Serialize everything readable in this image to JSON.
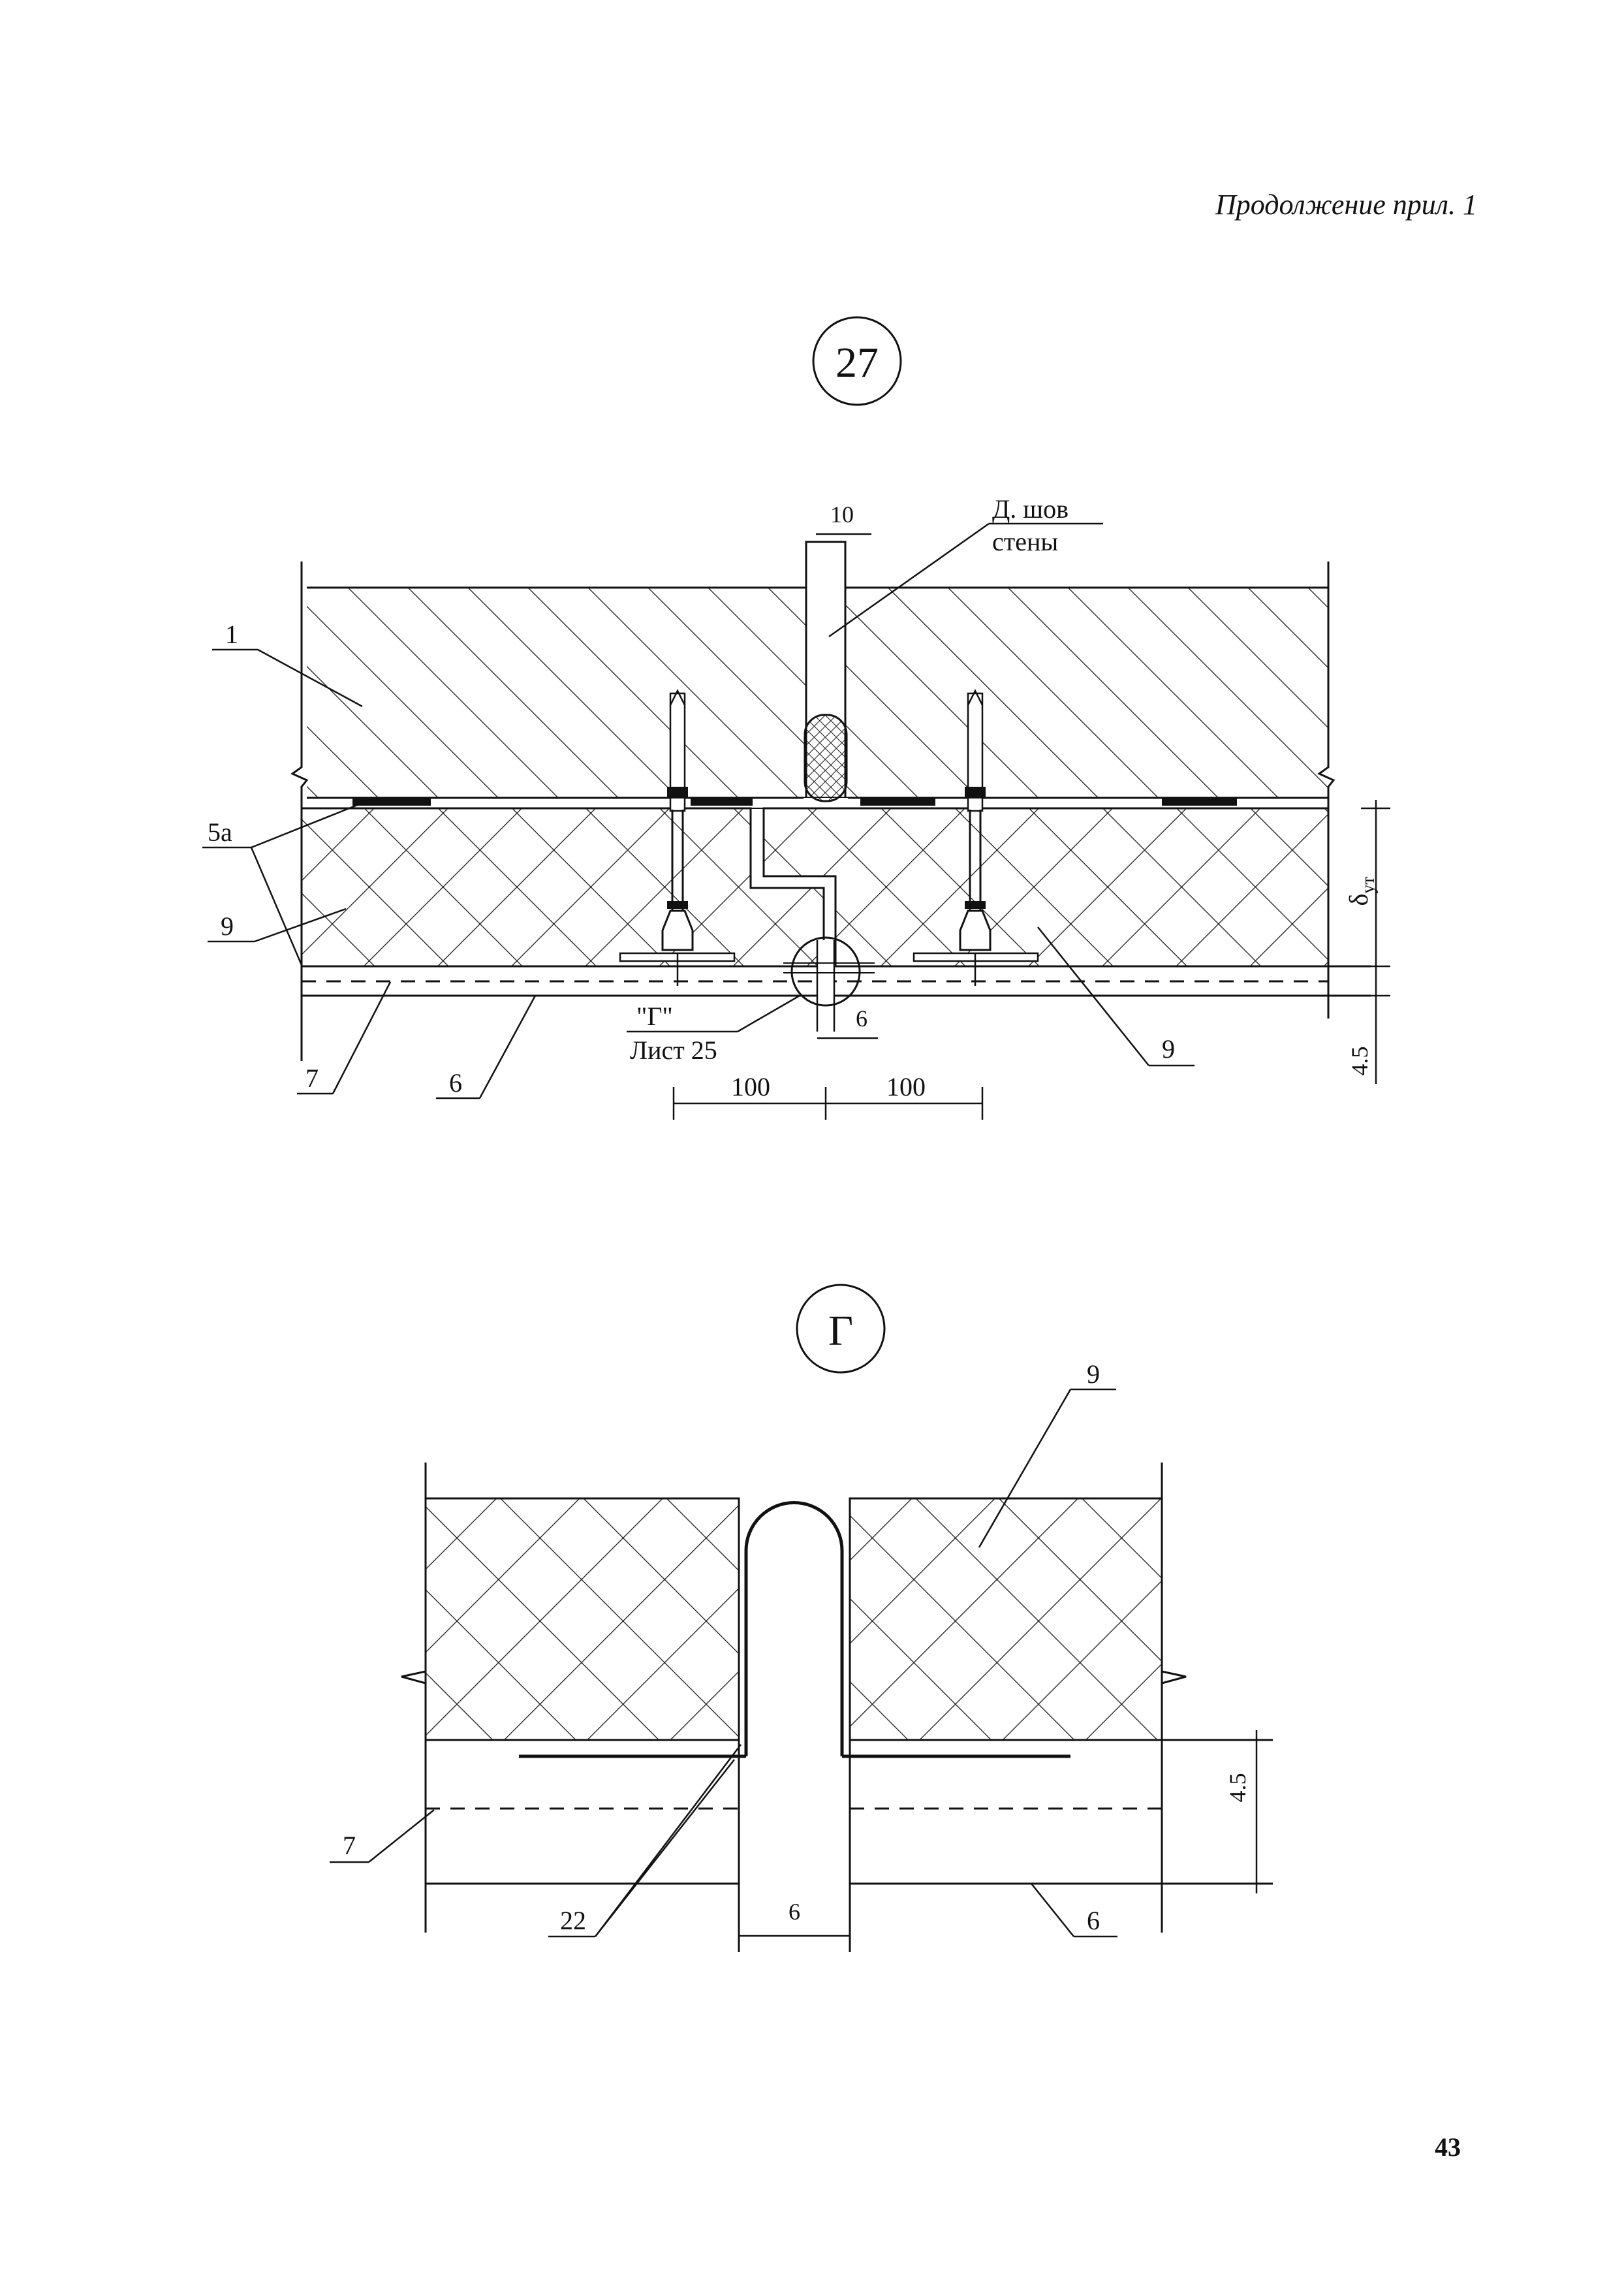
{
  "header": {
    "text": "Продолжение прил. 1"
  },
  "page_number": "43",
  "detail_27": {
    "marker": "27",
    "joint_width": "10",
    "joint_label_line1": "Д. шов",
    "joint_label_line2": "стены",
    "callouts": [
      "1",
      "5а",
      "9",
      "7",
      "6",
      "9"
    ],
    "ref_line1": "\"Г\"",
    "ref_line2": "Лист 25",
    "gap": "6",
    "dim_left": "100",
    "dim_right": "100",
    "thickness_label": "δут",
    "thickness_main": "δ",
    "thickness_sub": "ут",
    "layer_thickness": "4.5"
  },
  "detail_G": {
    "marker": "Г",
    "callouts": [
      "9",
      "7",
      "22",
      "6"
    ],
    "gap": "6",
    "layer_thickness": "4.5"
  }
}
